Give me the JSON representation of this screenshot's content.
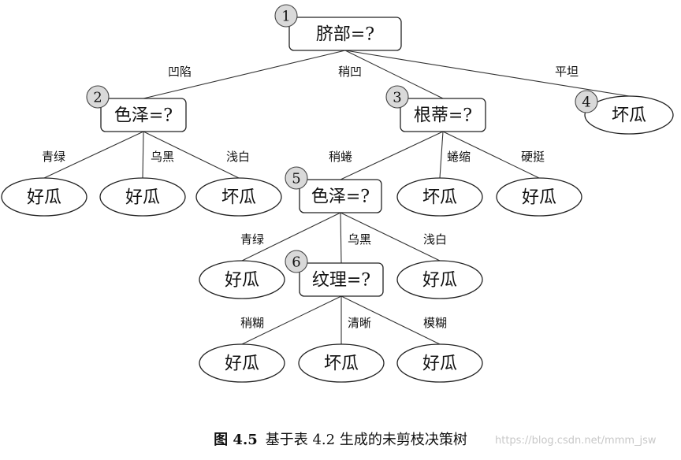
{
  "nodes": [
    {
      "id": "n1",
      "label": "脐部=?",
      "shape": "rect",
      "badge": "1"
    },
    {
      "id": "n2",
      "label": "色泽=?",
      "shape": "rect",
      "badge": "2"
    },
    {
      "id": "n3",
      "label": "根蒂=?",
      "shape": "rect",
      "badge": "3"
    },
    {
      "id": "n4",
      "label": "坏瓜",
      "shape": "ellipse",
      "badge": "4"
    },
    {
      "id": "l21",
      "label": "好瓜",
      "shape": "ellipse"
    },
    {
      "id": "l22",
      "label": "好瓜",
      "shape": "ellipse"
    },
    {
      "id": "l23",
      "label": "坏瓜",
      "shape": "ellipse"
    },
    {
      "id": "n5",
      "label": "色泽=?",
      "shape": "rect",
      "badge": "5"
    },
    {
      "id": "l32",
      "label": "坏瓜",
      "shape": "ellipse"
    },
    {
      "id": "l33",
      "label": "好瓜",
      "shape": "ellipse"
    },
    {
      "id": "l51",
      "label": "好瓜",
      "shape": "ellipse"
    },
    {
      "id": "n6",
      "label": "纹理=?",
      "shape": "rect",
      "badge": "6"
    },
    {
      "id": "l53",
      "label": "好瓜",
      "shape": "ellipse"
    },
    {
      "id": "l61",
      "label": "好瓜",
      "shape": "ellipse"
    },
    {
      "id": "l62",
      "label": "坏瓜",
      "shape": "ellipse"
    },
    {
      "id": "l63",
      "label": "好瓜",
      "shape": "ellipse"
    }
  ],
  "edges": [
    {
      "from": "n1",
      "to": "n2",
      "label": "凹陷"
    },
    {
      "from": "n1",
      "to": "n3",
      "label": "稍凹"
    },
    {
      "from": "n1",
      "to": "n4",
      "label": "平坦"
    },
    {
      "from": "n2",
      "to": "l21",
      "label": "青绿"
    },
    {
      "from": "n2",
      "to": "l22",
      "label": "乌黑"
    },
    {
      "from": "n2",
      "to": "l23",
      "label": "浅白"
    },
    {
      "from": "n3",
      "to": "n5",
      "label": "稍蜷"
    },
    {
      "from": "n3",
      "to": "l32",
      "label": "蜷缩"
    },
    {
      "from": "n3",
      "to": "l33",
      "label": "硬挺"
    },
    {
      "from": "n5",
      "to": "l51",
      "label": "青绿"
    },
    {
      "from": "n5",
      "to": "n6",
      "label": "乌黑"
    },
    {
      "from": "n5",
      "to": "l53",
      "label": "浅白"
    },
    {
      "from": "n6",
      "to": "l61",
      "label": "稍糊"
    },
    {
      "from": "n6",
      "to": "l62",
      "label": "清晰"
    },
    {
      "from": "n6",
      "to": "l63",
      "label": "模糊"
    }
  ],
  "caption": {
    "figure": "图 4.5",
    "text": "基于表 4.2 生成的未剪枝决策树"
  },
  "watermark": "https://blog.csdn.net/mmm_jsw"
}
